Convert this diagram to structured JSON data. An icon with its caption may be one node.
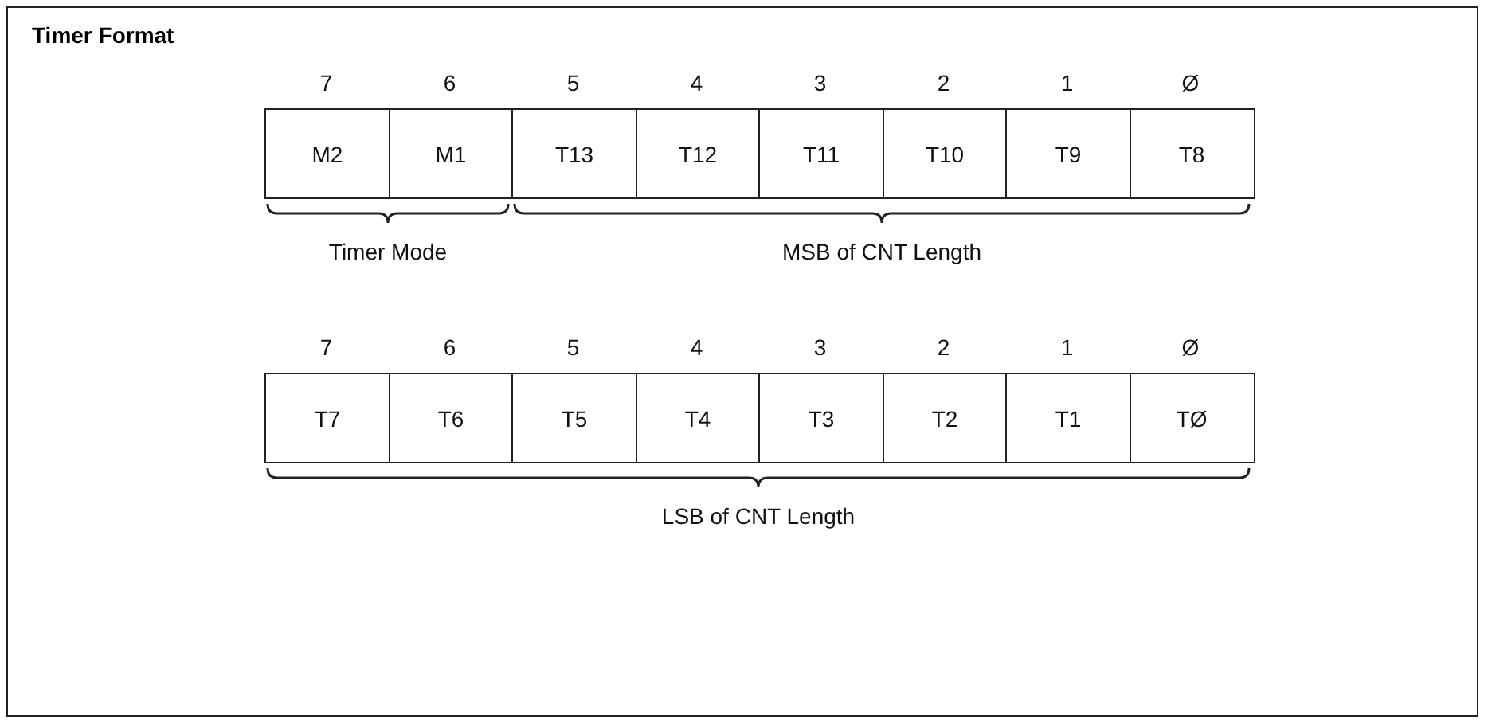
{
  "diagram": {
    "title": "Timer Format",
    "nodes": [
      {
        "text": [
          "M2"
        ]
      },
      {
        "text": [
          "M1"
        ]
      },
      {
        "text": [
          "T13"
        ]
      },
      {
        "text": [
          "T12"
        ]
      },
      {
        "text": [
          "T11"
        ]
      },
      {
        "text": [
          "T10"
        ]
      },
      {
        "text": [
          "T9"
        ]
      },
      {
        "text": [
          "T8"
        ]
      },
      {
        "text": [
          "T7"
        ]
      },
      {
        "text": [
          "T6"
        ]
      },
      {
        "text": [
          "T5"
        ]
      },
      {
        "text": [
          "T4"
        ]
      },
      {
        "text": [
          "T3"
        ]
      },
      {
        "text": [
          "T2"
        ]
      },
      {
        "text": [
          "T1"
        ]
      },
      {
        "text": [
          "TØ"
        ]
      }
    ],
    "edges": [],
    "labels": [
      "7",
      "6",
      "5",
      "4",
      "3",
      "2",
      "1",
      "Ø",
      "Timer Mode",
      "MSB of CNT Length",
      "7",
      "6",
      "5",
      "4",
      "3",
      "2",
      "1",
      "Ø",
      "LSB of CNT Length"
    ]
  }
}
